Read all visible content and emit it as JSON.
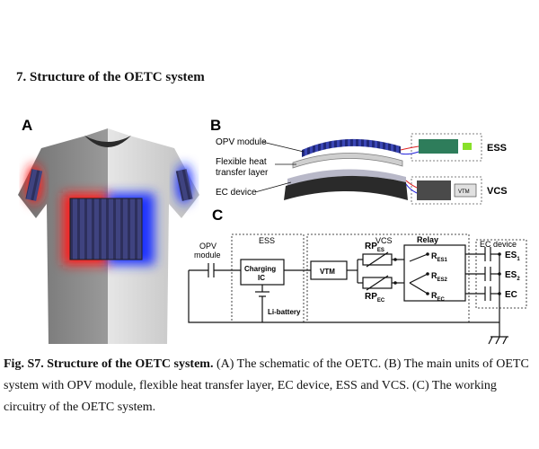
{
  "heading": "7.   Structure of the OETC system",
  "panels": {
    "a": "A",
    "b": "B",
    "c": "C"
  },
  "panel_b": {
    "opv_module": "OPV module",
    "heat_layer_line1": "Flexible heat",
    "heat_layer_line2": "transfer layer",
    "ec_device": "EC device",
    "ess": "ESS",
    "vcs": "VCS",
    "vtm": "VTM"
  },
  "panel_c": {
    "opv_line1": "OPV",
    "opv_line2": "module",
    "ess": "ESS",
    "vcs": "VCS",
    "ec_device": "EC device",
    "charging_line1": "Charging",
    "charging_line2": "IC",
    "li_battery": "Li-battery",
    "vtm": "VTM",
    "rp_es": "RP",
    "rp_es_sub": "ES",
    "rp_ec": "RP",
    "rp_ec_sub": "EC",
    "relay": "Relay",
    "r_es1": "R",
    "r_es1_sub": "ES1",
    "r_es2": "R",
    "r_es2_sub": "ES2",
    "r_ec": "R",
    "r_ec_sub": "EC",
    "es1": "ES",
    "es1_sub": "1",
    "es2": "ES",
    "es2_sub": "2",
    "ec": "EC"
  },
  "caption": {
    "lead": "Fig. S7. Structure of the OETC system.",
    "a_mark": "(A)",
    "a_text": " The schematic of the OETC. ",
    "b_mark": "(B)",
    "b_text": " The main units of OETC system with OPV module, flexible heat transfer layer, EC device, ESS and VCS. ",
    "c_mark": "(C)",
    "c_text": " The working circuitry of the OETC system."
  },
  "colors": {
    "heat_red": "#ff1a1a",
    "cool_blue": "#1a33ff",
    "pcb_green": "#2e7d5b",
    "line": "#111111"
  }
}
